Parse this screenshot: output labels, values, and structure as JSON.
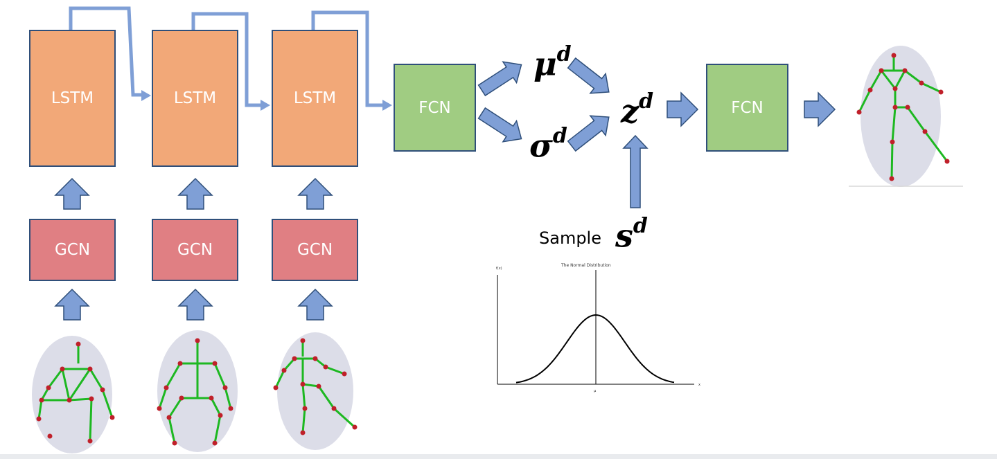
{
  "lstm_label": "LSTM",
  "gcn_label": "GCN",
  "fcn_label": "FCN",
  "mu": {
    "base": "μ",
    "sup": "d"
  },
  "sigma": {
    "base": "σ",
    "sup": "d"
  },
  "z": {
    "base": "z",
    "sup": "d"
  },
  "sample": {
    "label": "Sample",
    "base": "s",
    "sup": "d"
  },
  "normal_plot": {
    "title": "The Normal Distribution",
    "ylabel": "f(x)",
    "xlabel": "x",
    "mean_label": "μ"
  },
  "colors": {
    "lstm": "#f2a878",
    "gcn": "#e07f83",
    "fcn": "#a0cc82",
    "arrow": "#7f9fd6",
    "arrow_border": "#2f4f7a",
    "skeleton": "#1db821",
    "joint": "#c0202a",
    "silhouette": "#dcdde8"
  }
}
